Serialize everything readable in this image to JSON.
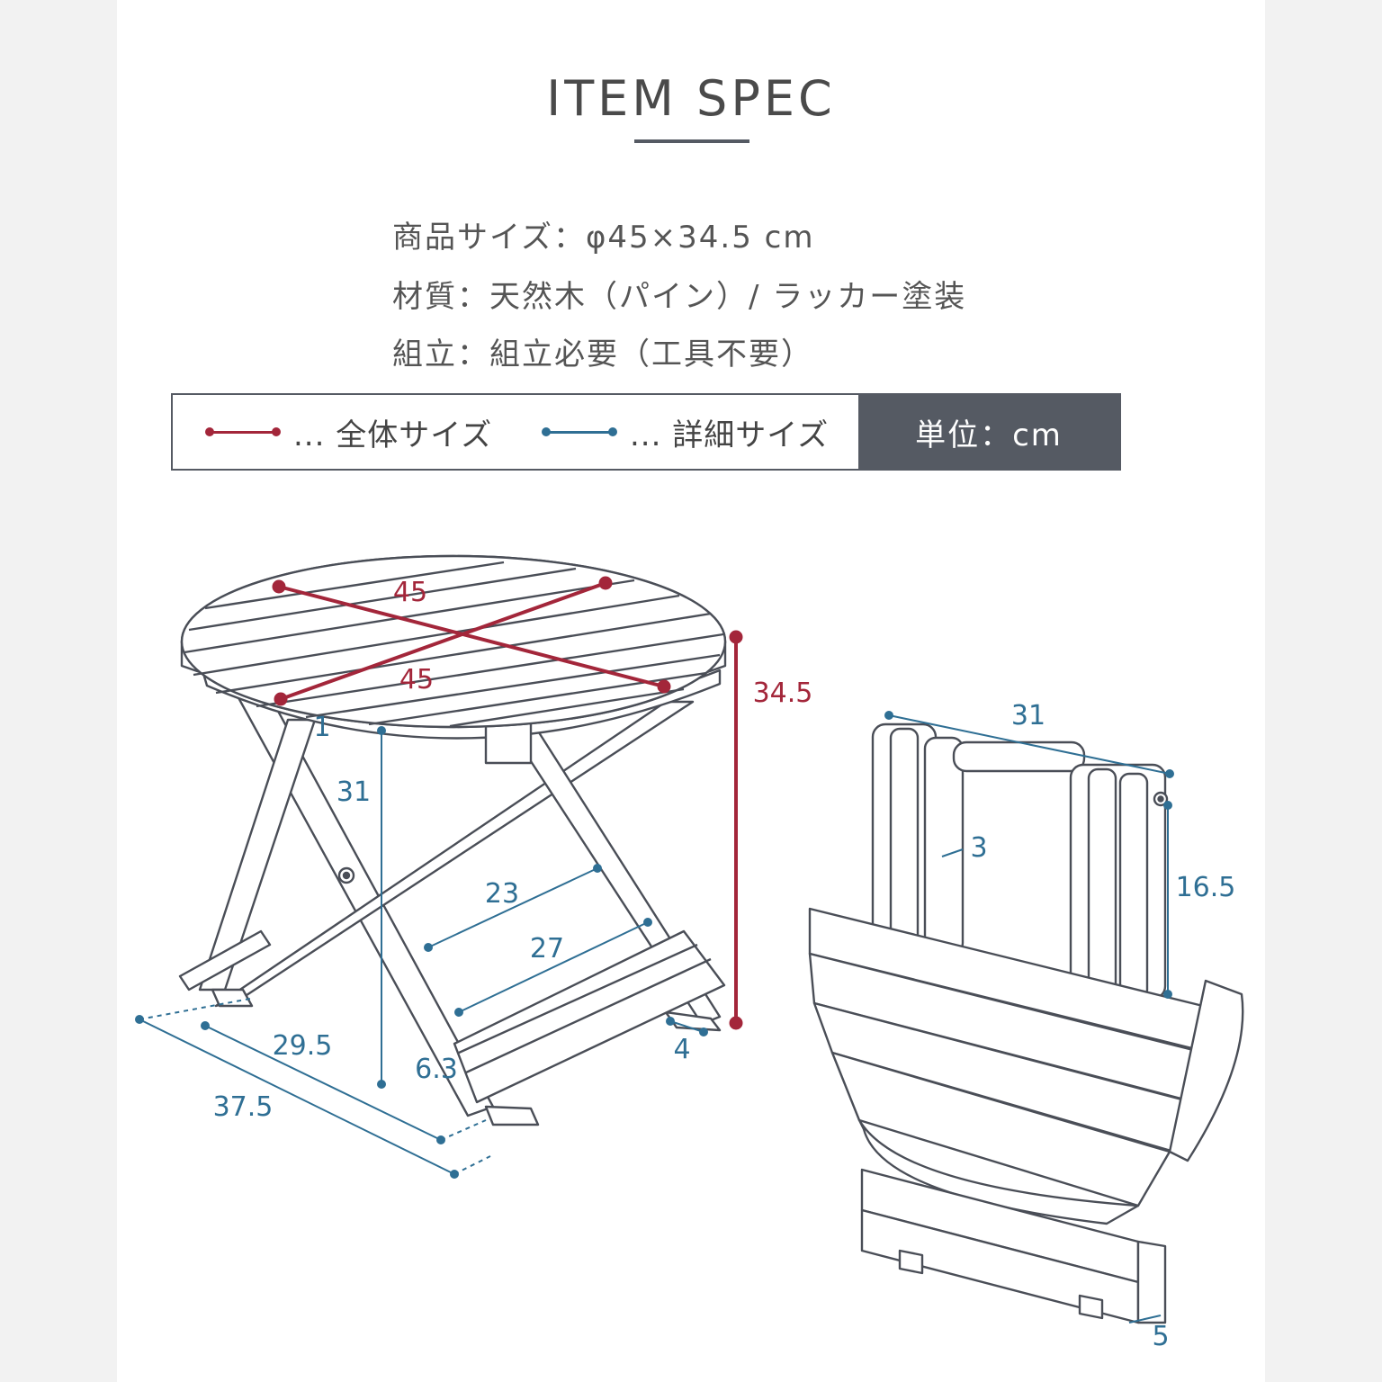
{
  "title": "ITEM SPEC",
  "specs": {
    "size": "商品サイズ：φ45×34.5 cm",
    "material": "材質：天然木（パイン）/ ラッカー塗装",
    "assembly": "組立：組立必要（工具不要）"
  },
  "legend": {
    "overall": "... 全体サイズ",
    "detail": "... 詳細サイズ",
    "unit": "単位：cm"
  },
  "colors": {
    "overall": "#a3263a",
    "detail": "#2f6f94",
    "outline": "#4a4e57",
    "unit_bg": "#555a63"
  },
  "dimensions": {
    "top_diameter_a": "45",
    "top_diameter_b": "45",
    "height": "34.5",
    "leg_height": "31",
    "rim": "1",
    "rail_inner": "23",
    "rail_outer": "27",
    "foot": "4",
    "depth_inner": "29.5",
    "depth_outer": "37.5",
    "foot_rail": "6.3",
    "folded_width": "31",
    "folded_leg": "16.5",
    "folded_thickness": "3",
    "folded_foot": "5"
  }
}
